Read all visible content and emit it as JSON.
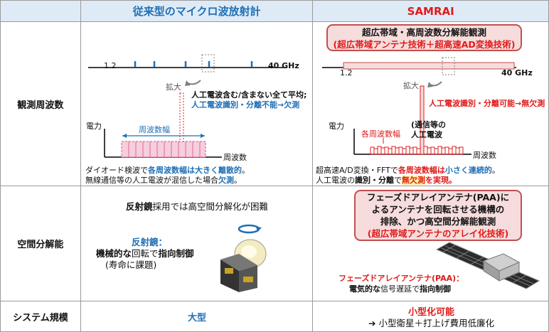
{
  "header": {
    "left": "従来型のマイクロ波放射計",
    "right": "SAMRAI"
  },
  "rows": {
    "freq": "観測周波数",
    "spatial": "空間分解能",
    "system": "システム規模"
  },
  "left_freq": {
    "axis_start": "1.2",
    "axis_end": "40 GHz",
    "zoom": "拡大",
    "note1": "人工電波含む/含まない全て平均;",
    "note2": "人工電波識別・分離不能→欠測",
    "bandwidth": "周波数幅",
    "power": "電力",
    "freq_label": "周波数",
    "cap1_a": "ダイオード検波で",
    "cap1_b": "各周波数幅は大きく離散的",
    "cap1_c": "。",
    "cap2_a": "無線通信等の人工電波が混信した場合",
    "cap2_b": "欠測",
    "cap2_c": "。"
  },
  "right_freq": {
    "box_line1": "超広帯域・高周波数分解能観測",
    "box_line2": "(超広帯域アンテナ技術＋超高速AD変換技術)",
    "axis_start": "1.2",
    "axis_end": "40 GHz",
    "zoom": "拡大",
    "note": "人工電波識別・分離可能→無欠測",
    "bandwidth": "各周波数幅",
    "comm1": "(通信等の",
    "comm2": "人工電波",
    "power": "電力",
    "freq_label": "周波数",
    "cap1_a": "超高速A/D変換・FFTで",
    "cap1_b": "各周波数幅は",
    "cap1_c": "小さく連続的",
    "cap1_d": "。",
    "cap2_a": "人工電波の",
    "cap2_b": "識別・分離",
    "cap2_c": "で",
    "cap2_d": "無欠測",
    "cap2_e": "を実現。"
  },
  "left_spatial": {
    "title_a": "反射鏡",
    "title_b": "採用では高空間分解化が困難",
    "label1": "反射鏡：",
    "label2_a": "機械的な",
    "label2_b": "回転で",
    "label2_c": "指向制御",
    "label3": "(寿命に課題)"
  },
  "right_spatial": {
    "box_line1": "フェーズドアレイアンテナ(PAA)に",
    "box_line2": "よるアンテナを回転させる機構の",
    "box_line3": "排除、かつ高空間分解能観測",
    "box_line4": "(超広帯域アンテナのアレイ化技術)",
    "label1": "フェーズドアレイアンテナ(PAA)：",
    "label2_a": "電気的な",
    "label2_b": "信号遅延で",
    "label2_c": "指向制御"
  },
  "system": {
    "left": "大型",
    "right1": "小型化可能",
    "right2": "➔ 小型衛星＋打上げ費用低廉化"
  },
  "colors": {
    "blue": "#1f6fb5",
    "red": "#e01b1b",
    "header_bg": "#deebf7",
    "box_fill": "#f6dcdc",
    "box_border": "#c0504d"
  }
}
